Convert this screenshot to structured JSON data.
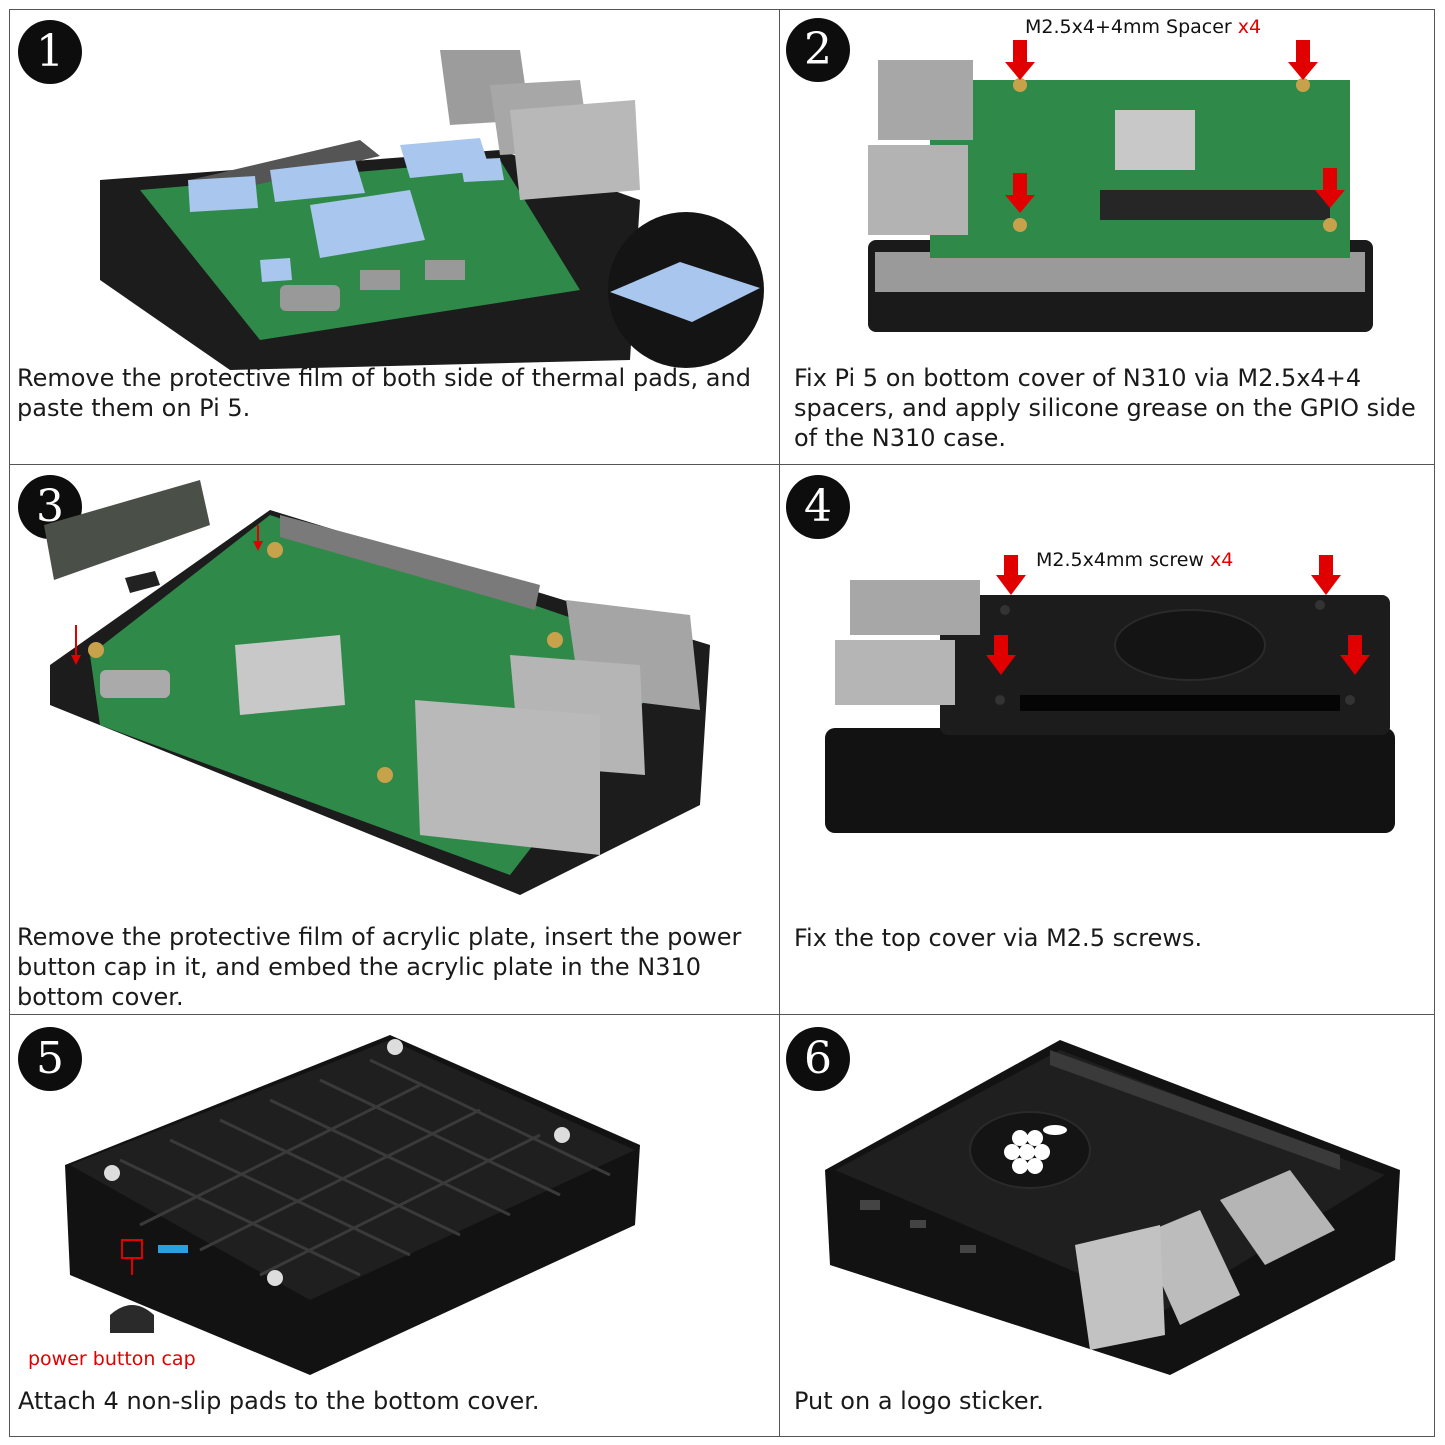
{
  "steps": [
    {
      "num": "1",
      "caption": "Remove the protective film of both side of thermal pads, and paste them on Pi 5."
    },
    {
      "num": "2",
      "caption": "Fix Pi 5 on bottom cover of N310 via M2.5x4+4 spacers, and apply silicone grease on the GPIO side of the N310 case.",
      "callout": "M2.5x4+4mm Spacer ",
      "callout_qty": "x4"
    },
    {
      "num": "3",
      "caption": "Remove the protective film of acrylic plate, insert the power button cap in it, and embed the acrylic plate in the N310 bottom cover."
    },
    {
      "num": "4",
      "caption": "Fix the top cover via M2.5 screws.",
      "callout": "M2.5x4mm screw ",
      "callout_qty": "x4"
    },
    {
      "num": "5",
      "caption": "Attach 4 non-slip pads to the bottom cover.",
      "label": "power button cap"
    },
    {
      "num": "6",
      "caption": "Put on a logo sticker."
    }
  ],
  "colors": {
    "accent_red": "#e00000",
    "badge": "#0d0d0d",
    "pcb": "#2f8a4a",
    "case": "#1a1a1a",
    "thermal_pad": "#a9c6ee"
  }
}
